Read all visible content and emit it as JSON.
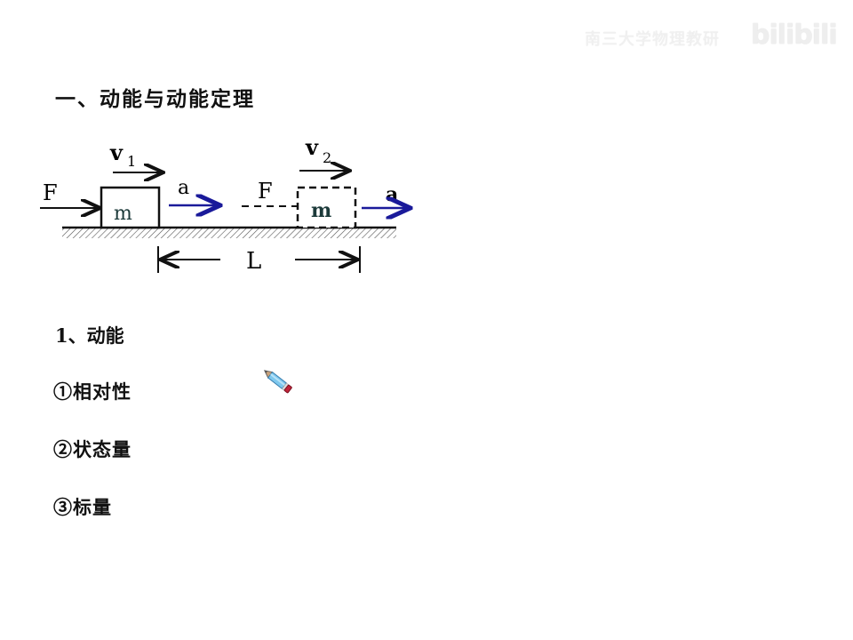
{
  "watermark": {
    "text": "南三大学物理教研",
    "logo": "bilibili"
  },
  "slide": {
    "title": "一、动能与动能定理",
    "diagram": {
      "force_label": "F",
      "force_label_dashed": "F",
      "mass_label": "m",
      "mass_label_2": "m",
      "velocity_1": "v",
      "velocity_1_sub": "1",
      "velocity_2": "v",
      "velocity_2_sub": "2",
      "accel_label": "a",
      "accel_label_2": "a",
      "distance_label": "L",
      "accent_color": "#1a1a9a"
    },
    "section_heading": "1、动能",
    "items": [
      {
        "label": "①相对性"
      },
      {
        "label": "②状态量"
      },
      {
        "label": "③标量"
      }
    ]
  },
  "cursor": {
    "icon": "pencil-icon"
  }
}
